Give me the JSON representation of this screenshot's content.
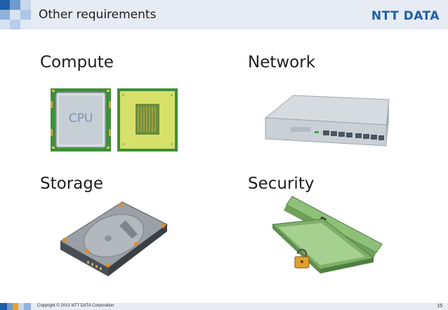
{
  "header": {
    "title": "Other requirements",
    "logo": "NTT DATA"
  },
  "sections": {
    "compute": {
      "label": "Compute",
      "chip_text": "CPU"
    },
    "network": {
      "label": "Network"
    },
    "storage": {
      "label": "Storage"
    },
    "security": {
      "label": "Security"
    }
  },
  "footer": {
    "copyright": "Copyright © 2015 NTT DATA Corporation",
    "page_number": "15"
  },
  "colors": {
    "header_bg": "#e6ebf4",
    "logo_blue": "#1f5fa8",
    "cpu_green": "#3f8f3a",
    "box_green": "#8fc07a"
  },
  "icons": [
    "cpu-icon",
    "switch-icon",
    "hard-drive-icon",
    "lockbox-icon"
  ]
}
